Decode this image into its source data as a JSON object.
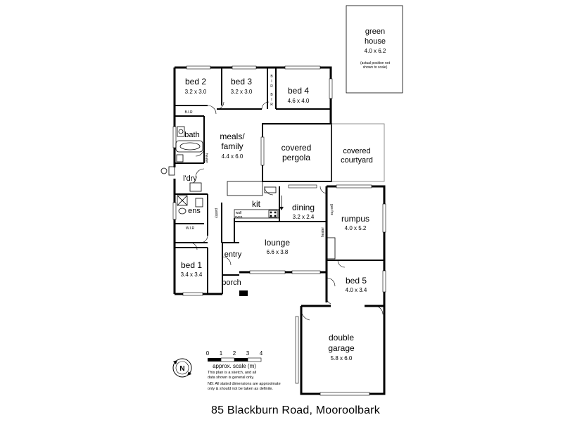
{
  "address": "85 Blackburn Road, Mooroolbark",
  "rooms": {
    "green_house": {
      "name_line1": "green",
      "name_line2": "house",
      "dims": "4.0 x 6.2",
      "note_line1": "(actual position not",
      "note_line2": "shown to scale)"
    },
    "bed2": {
      "name": "bed 2",
      "dims": "3.2 x 3.0"
    },
    "bed3": {
      "name": "bed 3",
      "dims": "3.2 x 3.0"
    },
    "bed4": {
      "name": "bed 4",
      "dims": "4.6 x 4.0"
    },
    "meals": {
      "name_line1": "meals/",
      "name_line2": "family",
      "dims": "4.4 x 6.0"
    },
    "covered_pergola": {
      "name_line1": "covered",
      "name_line2": "pergola"
    },
    "covered_courtyard": {
      "name_line1": "covered",
      "name_line2": "courtyard"
    },
    "kit": {
      "name": "kit"
    },
    "dining": {
      "name": "dining",
      "dims": "3.2 x 2.4"
    },
    "rumpus": {
      "name": "rumpus",
      "dims": "4.0 x 5.2"
    },
    "lounge": {
      "name": "lounge",
      "dims": "6.6 x 3.8"
    },
    "entry": {
      "name": "entry"
    },
    "bed1": {
      "name": "bed 1",
      "dims": "3.4 x 3.4"
    },
    "porch": {
      "name": "porch"
    },
    "bed5": {
      "name": "bed 5",
      "dims": "4.0 x 3.4"
    },
    "double_garage": {
      "name_line1": "double",
      "name_line2": "garage",
      "dims": "5.8 x 6.0"
    },
    "bath": {
      "name": "bath"
    },
    "ldry": {
      "name": "l'dry"
    },
    "ens": {
      "name": "ens"
    },
    "wir": {
      "name": "W.I.R"
    },
    "bir_bed2": {
      "name": "B.I.R"
    },
    "bir_upper_a": {
      "name": "B",
      "name2": "I",
      "name3": "R"
    }
  },
  "fixtures": {
    "pantry": "pantry",
    "heater_meals": "heater",
    "heater_rumpus": "heater",
    "gas_fire": "gas fire",
    "wall_oven_line1": "wall",
    "wall_oven_line2": "oven"
  },
  "scale": {
    "ticks": [
      "0",
      "1",
      "2",
      "3",
      "4"
    ],
    "label": "approx. scale (m)",
    "disclaimer_line1": "This plan is a sketch, and all",
    "disclaimer_line2": "data shown is general only.",
    "nb_line1": "NB: All stated dimensions are approximate",
    "nb_line2": "only & should not be taken as definite."
  },
  "compass": {
    "letter": "N"
  }
}
